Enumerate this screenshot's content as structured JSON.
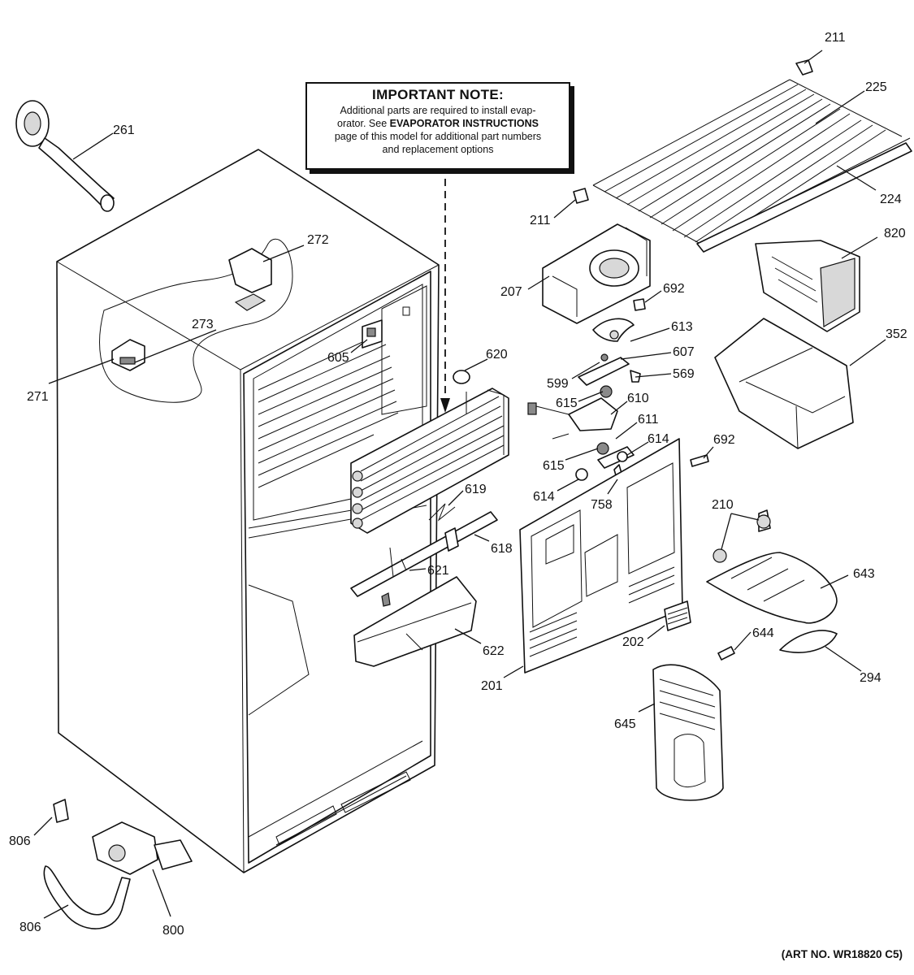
{
  "note": {
    "title": "IMPORTANT NOTE:",
    "line1": "Additional parts are required to install evap-",
    "line2_a": "orator.  See ",
    "line2_b": "EVAPORATOR INSTRUCTIONS",
    "line3": "page of this model for additional part numbers",
    "line4": "and replacement options"
  },
  "art_number": "(ART NO. WR18820 C5)",
  "callouts": {
    "c211_top": "211",
    "c225": "225",
    "c261": "261",
    "c224": "224",
    "c211_left": "211",
    "c272": "272",
    "c820": "820",
    "c207": "207",
    "c692_top": "692",
    "c273": "273",
    "c613": "613",
    "c352": "352",
    "c605": "605",
    "c607": "607",
    "c620": "620",
    "c599": "599",
    "c569": "569",
    "c271": "271",
    "c615_top": "615",
    "c610": "610",
    "c611": "611",
    "c614_right": "614",
    "c692_right": "692",
    "c615_bottom": "615",
    "c619": "619",
    "c614_bottom": "614",
    "c758": "758",
    "c210": "210",
    "c618": "618",
    "c621": "621",
    "c643": "643",
    "c622": "622",
    "c644": "644",
    "c202": "202",
    "c201": "201",
    "c294": "294",
    "c645": "645",
    "c806_top": "806",
    "c806_bottom": "806",
    "c800": "800"
  }
}
